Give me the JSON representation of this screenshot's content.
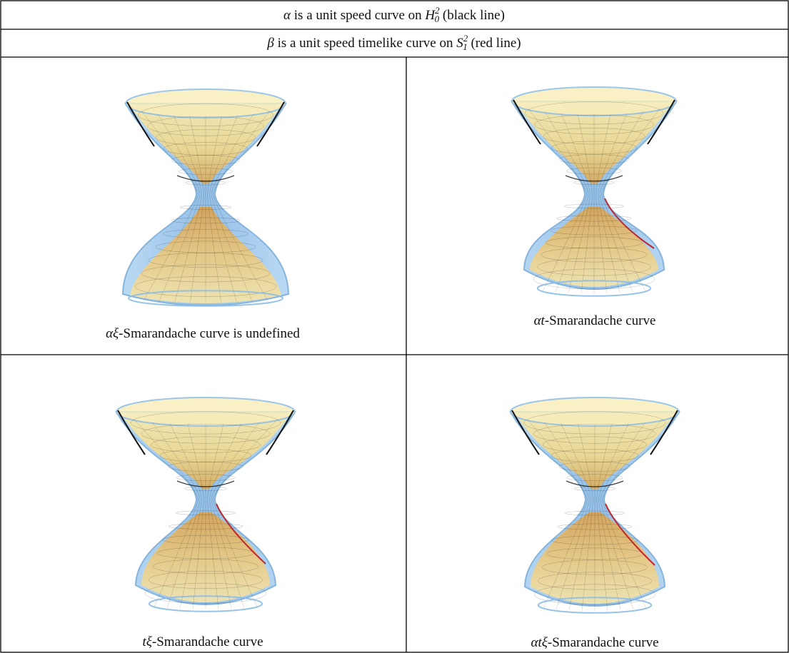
{
  "header": {
    "row1": {
      "symbol": "α",
      "text_before": " is a unit speed curve on ",
      "space": "H",
      "space_sup": "2",
      "space_sub": "0",
      "text_after": " (black line)"
    },
    "row2": {
      "symbol": "β",
      "text_before": " is a unit speed timelike curve on ",
      "space": "S",
      "space_sup": "2",
      "space_sub": "1",
      "text_after": " (red line)"
    }
  },
  "panels": [
    {
      "caption_math": "αξ",
      "caption_text": "-Smarandache curve is undefined",
      "red_curve": false,
      "waist": "narrow",
      "lower_cone": "symmetric"
    },
    {
      "caption_math": "αt",
      "caption_text": "-Smarandache curve",
      "red_curve": true,
      "waist": "narrow",
      "lower_cone": "bulb"
    },
    {
      "caption_math": "tξ",
      "caption_text": "-Smarandache curve",
      "red_curve": true,
      "waist": "narrow",
      "lower_cone": "bulb"
    },
    {
      "caption_math": "αtξ",
      "caption_text": "-Smarandache curve",
      "red_curve": true,
      "waist": "narrow",
      "lower_cone": "bulb"
    }
  ],
  "colors": {
    "grid_line": "#000000",
    "surface_blue": "#9ec9ee",
    "surface_yellow": "#f3e2a2",
    "surface_orange": "#d9a95a",
    "black_curve": "#111111",
    "red_curve": "#c0272d"
  }
}
